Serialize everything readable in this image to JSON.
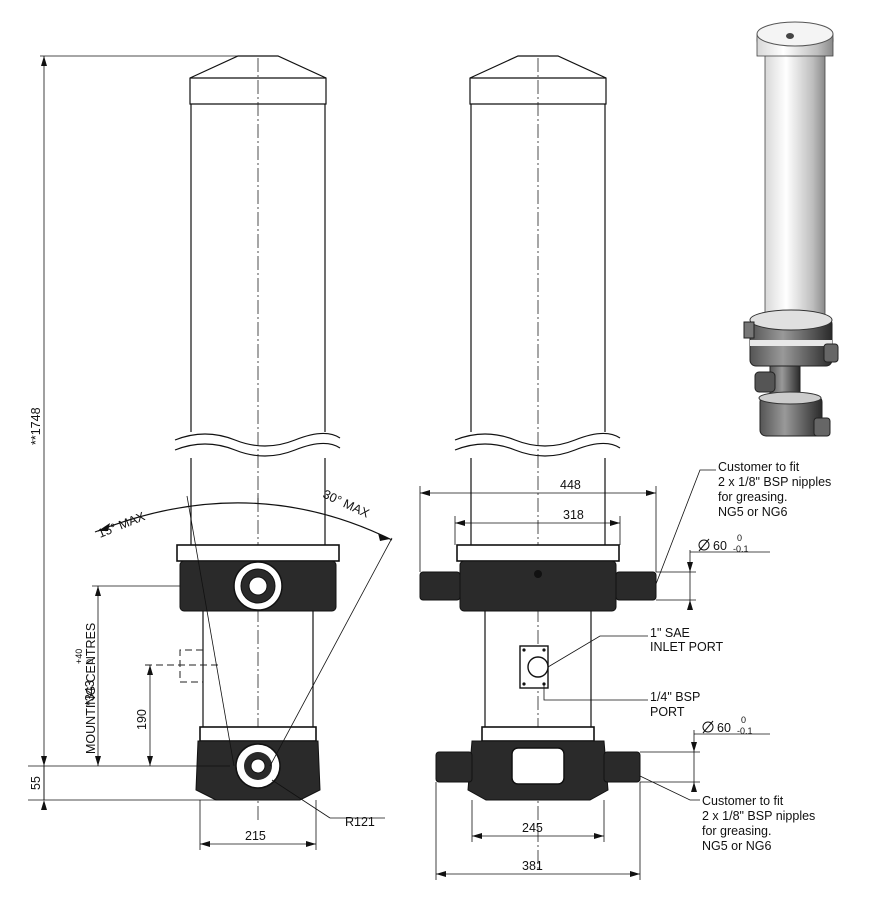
{
  "dimensions": {
    "overall_height": "**1748",
    "height_55": "55",
    "mounting_centres_value": "*343",
    "mounting_centres_tol_upper": "+40",
    "mounting_centres_tol_lower": "0",
    "mounting_centres_label": "MOUNTING CENTRES",
    "height_190": "190",
    "width_215": "215",
    "radius": "R121",
    "angle_left": "15° MAX",
    "angle_right": "30° MAX",
    "width_448": "448",
    "width_318": "318",
    "width_245": "245",
    "width_381": "381",
    "diameter_top": "60",
    "diameter_top_tol_upper": "0",
    "diameter_top_tol_lower": "-0.1",
    "diameter_bottom": "60",
    "diameter_bottom_tol_upper": "0",
    "diameter_bottom_tol_lower": "-0.1"
  },
  "notes": {
    "top_grease": [
      "Customer to fit",
      "2 x 1/8\" BSP nipples",
      "for greasing.",
      "NG5 or NG6"
    ],
    "inlet_port": [
      "1\" SAE",
      "INLET PORT"
    ],
    "bsp_port": [
      "1/4\" BSP",
      "PORT"
    ],
    "bottom_grease": [
      "Customer to fit",
      "2 x 1/8\" BSP nipples",
      "for greasing.",
      "NG5 or NG6"
    ]
  },
  "icons": {
    "diameter_symbol": "diameter-icon"
  }
}
